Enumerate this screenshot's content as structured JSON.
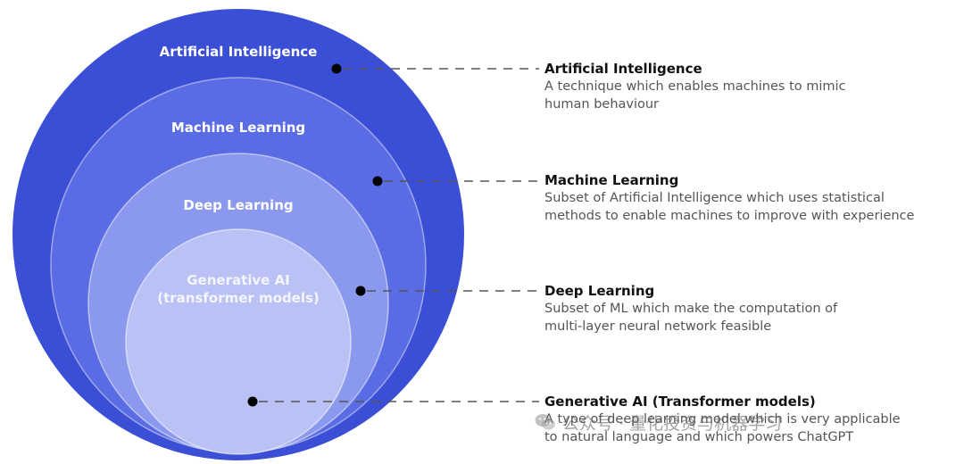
{
  "colors": {
    "outer": "#3b4fd6",
    "ml": "#5a6ce4",
    "dl": "#8a98ee",
    "gen": "#b9c1f5",
    "ring": "#ffffff",
    "dot": "#000000",
    "line": "#555555"
  },
  "circles": {
    "ai": "Artificial Intelligence",
    "ml": "Machine Learning",
    "dl": "Deep Learning",
    "gen_line1": "Generative AI",
    "gen_line2": "(transformer models)"
  },
  "descriptions": [
    {
      "title": "Artificial Intelligence",
      "line1": "A technique which enables machines to mimic",
      "line2": "human behaviour"
    },
    {
      "title": "Machine Learning",
      "line1": "Subset of Artificial Intelligence which uses statistical",
      "line2": "methods to enable machines to improve with experience"
    },
    {
      "title": "Deep Learning",
      "line1": "Subset of ML which make the computation of",
      "line2": "multi-layer neural network feasible"
    },
    {
      "title": "Generative AI (Transformer models)",
      "line1": "A type of deep learning model which is very applicable",
      "line2": "to natural language and which powers ChatGPT"
    }
  ],
  "watermark": {
    "text": "公众号 · 量化投资与机器学习",
    "icon": "wechat-icon"
  }
}
